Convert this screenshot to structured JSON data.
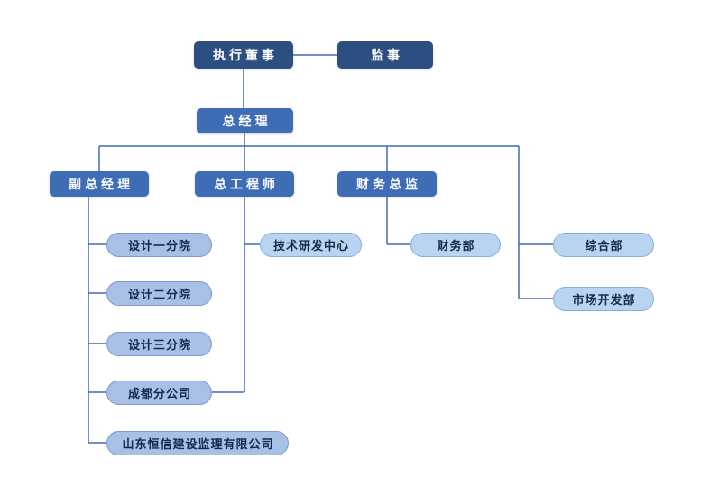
{
  "diagram": {
    "type": "org-chart",
    "colors": {
      "dark_box": "#2D4E80",
      "medium_box": "#3E6CB5",
      "pill_periwinkle": "#A9C0E6",
      "pill_light_blue": "#B9D4F0",
      "connector_line": "#3E6CB5",
      "box_text": "#FFFFFF",
      "pill_text": "#132A4E",
      "background": "#FFFFFF"
    },
    "nodes": {
      "executive_director": "执行董事",
      "supervisor": "监事",
      "general_manager": "总经理",
      "deputy_general_manager": "副总经理",
      "chief_engineer": "总工程师",
      "finance_director": "财务总监",
      "design_branch_1": "设计一分院",
      "design_branch_2": "设计二分院",
      "design_branch_3": "设计三分院",
      "chengdu_branch": "成都分公司",
      "shandong_hengxin": "山东恒信建设监理有限公司",
      "tech_rd_center": "技术研发中心",
      "finance_dept": "财务部",
      "general_dept": "综合部",
      "market_dev_dept": "市场开发部"
    }
  }
}
